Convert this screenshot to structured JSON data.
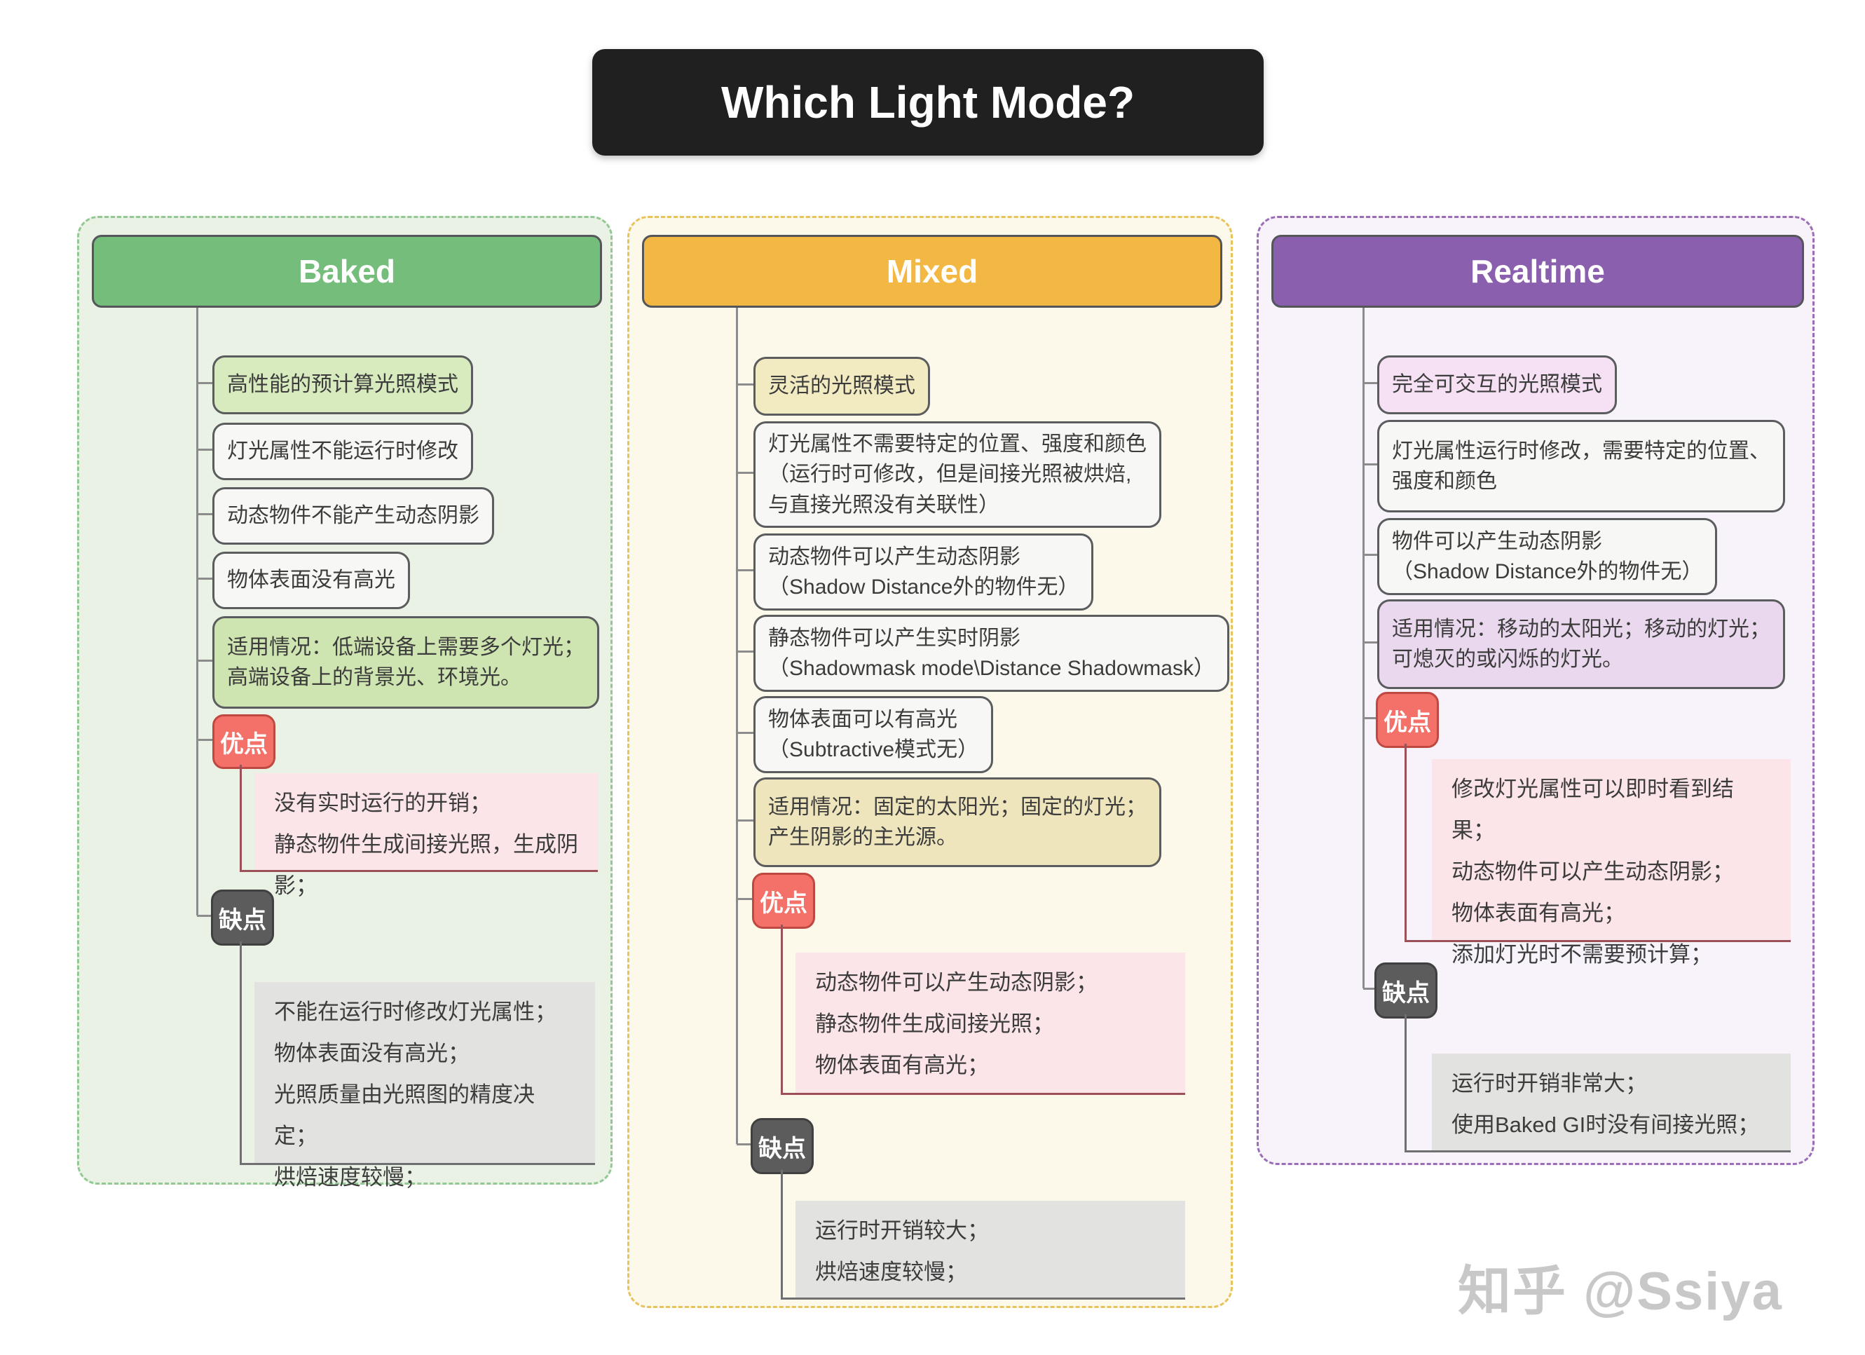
{
  "title": "Which Light Mode?",
  "watermark": "知乎 @Ssiya",
  "palette": {
    "title_bg": "#202020",
    "node_bg": "#f7f7f5",
    "node_border": "#5a5c5e",
    "pros_badge_bg": "#f4716a",
    "pros_badge_border": "#bf4840",
    "cons_badge_bg": "#5c5c5c",
    "cons_badge_border": "#404040",
    "pros_box_bg": "#fbe5e8",
    "cons_box_bg": "#e2e2e0",
    "pros_line": "#9c5158",
    "cons_line": "#707070",
    "connector": "#8c8c8c",
    "watermark_color": "#c8c8c8"
  },
  "columns": [
    {
      "name": "Baked",
      "colors": {
        "group_bg": "#eaf2e5",
        "group_border": "#92c892",
        "header_bg": "#75bd7b",
        "highlight_bg": "#d8ebbf",
        "usage_bg": "#cee4b1"
      },
      "nodes": [
        "高性能的预计算光照模式",
        "灯光属性不能运行时修改",
        "动态物件不能产生动态阴影",
        "物体表面没有高光",
        "适用情况：低端设备上需要多个灯光；\n高端设备上的背景光、环境光。"
      ],
      "pros_label": "优点",
      "pros": "没有实时运行的开销；\n静态物件生成间接光照，生成阴影；",
      "cons_label": "缺点",
      "cons": "不能在运行时修改灯光属性；\n物体表面没有高光；\n光照质量由光照图的精度决定；\n烘焙速度较慢；"
    },
    {
      "name": "Mixed",
      "colors": {
        "group_bg": "#fcf9ea",
        "group_border": "#e8c25b",
        "header_bg": "#f3b844",
        "highlight_bg": "#f2ebc2",
        "usage_bg": "#eee5bd"
      },
      "nodes": [
        "灵活的光照模式",
        "灯光属性不需要特定的位置、强度和颜色\n（运行时可修改，但是间接光照被烘焙,\n与直接光照没有关联性）",
        "动态物件可以产生动态阴影\n（Shadow Distance外的物件无）",
        "静态物件可以产生实时阴影\n（Shadowmask mode\\Distance Shadowmask）",
        "物体表面可以有高光\n（Subtractive模式无）",
        "适用情况：固定的太阳光；固定的灯光；\n产生阴影的主光源。"
      ],
      "pros_label": "优点",
      "pros": "动态物件可以产生动态阴影；\n静态物件生成间接光照；\n物体表面有高光；",
      "cons_label": "缺点",
      "cons": "运行时开销较大；\n烘焙速度较慢；"
    },
    {
      "name": "Realtime",
      "colors": {
        "group_bg": "#f8f3fa",
        "group_border": "#9b6cb8",
        "header_bg": "#8a5fae",
        "highlight_bg": "#f5e1f3",
        "usage_bg": "#ead9ee"
      },
      "nodes": [
        "完全可交互的光照模式",
        "灯光属性运行时修改，需要特定的位置、\n强度和颜色",
        "物件可以产生动态阴影\n（Shadow Distance外的物件无）",
        "适用情况：移动的太阳光；移动的灯光；\n可熄灭的或闪烁的灯光。"
      ],
      "pros_label": "优点",
      "pros": "修改灯光属性可以即时看到结果；\n动态物件可以产生动态阴影；\n物体表面有高光；\n添加灯光时不需要预计算；",
      "cons_label": "缺点",
      "cons": "运行时开销非常大；\n使用Baked GI时没有间接光照；"
    }
  ]
}
